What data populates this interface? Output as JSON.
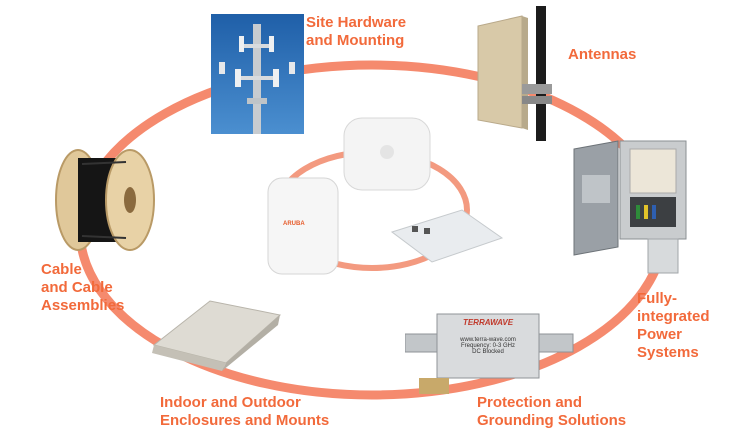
{
  "colors": {
    "ring": "#f58a6e",
    "ring_inner": "#f39a80",
    "label_orange": "#f26a3b",
    "label_text": "#f26a3b"
  },
  "labels": {
    "site_hardware": "Site Hardware\nand Mounting",
    "antennas": "Antennas",
    "cable": "Cable\nand Cable\nAssemblies",
    "power": "Fully-\nintegrated\nPower\nSystems",
    "enclosures": "Indoor and Outdoor\nEnclosures and Mounts",
    "protection": "Protection and\nGrounding Solutions"
  },
  "products": {
    "ap_brand": "ARUBA",
    "surge_brand": "TERRAWAVE",
    "surge_url": "www.terra-wave.com",
    "surge_freq": "Frequency: 0-3 GHz",
    "surge_dc": "DC Blocked"
  },
  "icons": {
    "tower": "cell-tower-photo-icon",
    "panel": "panel-antenna-icon",
    "spool": "cable-spool-icon",
    "enclosure": "power-enclosure-icon",
    "mount": "ceiling-enclosure-icon",
    "surge": "surge-protector-icon",
    "ap": "access-point-icon"
  }
}
